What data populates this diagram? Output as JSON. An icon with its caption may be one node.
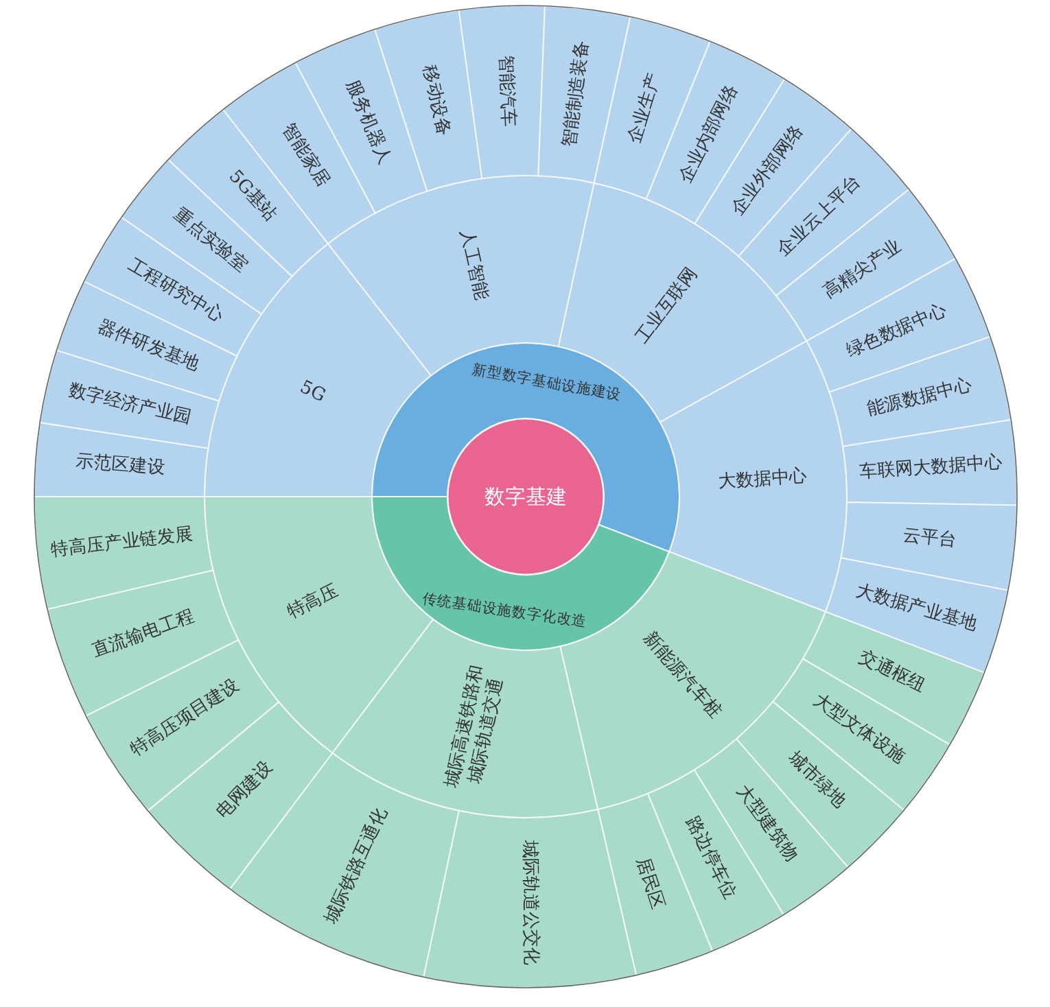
{
  "diagram": {
    "nodes": [
      {
        "text": [
          "数字基建"
        ]
      },
      {
        "text": [
          "新型数字基础设施建设"
        ]
      },
      {
        "text": [
          "传统基础设施数字化改造"
        ]
      },
      {
        "text": [
          "5G"
        ]
      },
      {
        "text": [
          "人工智能"
        ]
      },
      {
        "text": [
          "工业互联网"
        ]
      },
      {
        "text": [
          "大数据中心"
        ]
      },
      {
        "text": [
          "特高压"
        ]
      },
      {
        "text": [
          "城际高速铁路和城际轨道交通"
        ]
      },
      {
        "text": [
          "新能源汽车桩"
        ]
      },
      {
        "text": [
          "示范区建设"
        ]
      },
      {
        "text": [
          "数字经济产业园"
        ]
      },
      {
        "text": [
          "器件研发基地"
        ]
      },
      {
        "text": [
          "工程研究中心"
        ]
      },
      {
        "text": [
          "重点实验室"
        ]
      },
      {
        "text": [
          "5G基站"
        ]
      },
      {
        "text": [
          "智能家居"
        ]
      },
      {
        "text": [
          "服务机器人"
        ]
      },
      {
        "text": [
          "移动设备"
        ]
      },
      {
        "text": [
          "智能汽车"
        ]
      },
      {
        "text": [
          "智能制造装备"
        ]
      },
      {
        "text": [
          "企业生产"
        ]
      },
      {
        "text": [
          "企业内部网络"
        ]
      },
      {
        "text": [
          "企业外部网络"
        ]
      },
      {
        "text": [
          "企业云上平台"
        ]
      },
      {
        "text": [
          "高精尖产业"
        ]
      },
      {
        "text": [
          "绿色数据中心"
        ]
      },
      {
        "text": [
          "能源数据中心"
        ]
      },
      {
        "text": [
          "车联网大数据中心"
        ]
      },
      {
        "text": [
          "云平台"
        ]
      },
      {
        "text": [
          "大数据产业基地"
        ]
      },
      {
        "text": [
          "交通枢纽"
        ]
      },
      {
        "text": [
          "大型文体设施"
        ]
      },
      {
        "text": [
          "城市绿地"
        ]
      },
      {
        "text": [
          "大型建筑物"
        ]
      },
      {
        "text": [
          "路边停车位"
        ]
      },
      {
        "text": [
          "居民区"
        ]
      },
      {
        "text": [
          "城际轨道公交化"
        ]
      },
      {
        "text": [
          "城际铁路互通化"
        ]
      },
      {
        "text": [
          "电网建设"
        ]
      },
      {
        "text": [
          "特高压项目建设"
        ]
      },
      {
        "text": [
          "直流输电工程"
        ]
      },
      {
        "text": [
          "特高压产业链发展"
        ]
      }
    ]
  }
}
